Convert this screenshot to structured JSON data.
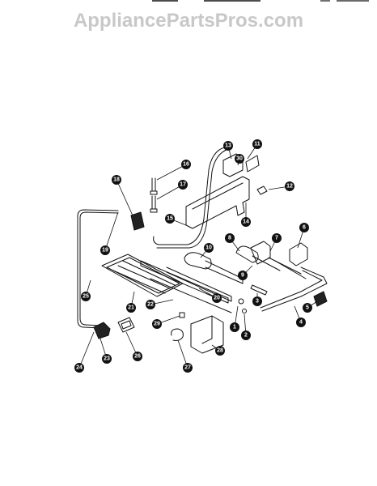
{
  "watermark": "AppliancePartsPros.com",
  "colors": {
    "ink": "#111111",
    "watermark": "#c8c8c8",
    "background": "#ffffff"
  },
  "callouts": [
    "1",
    "2",
    "3",
    "4",
    "5",
    "6",
    "7",
    "8",
    "9",
    "10",
    "11",
    "12",
    "13",
    "14",
    "15",
    "16",
    "17",
    "18",
    "19",
    "20",
    "21",
    "22",
    "23",
    "24",
    "25",
    "26",
    "27",
    "28",
    "29",
    "30"
  ]
}
